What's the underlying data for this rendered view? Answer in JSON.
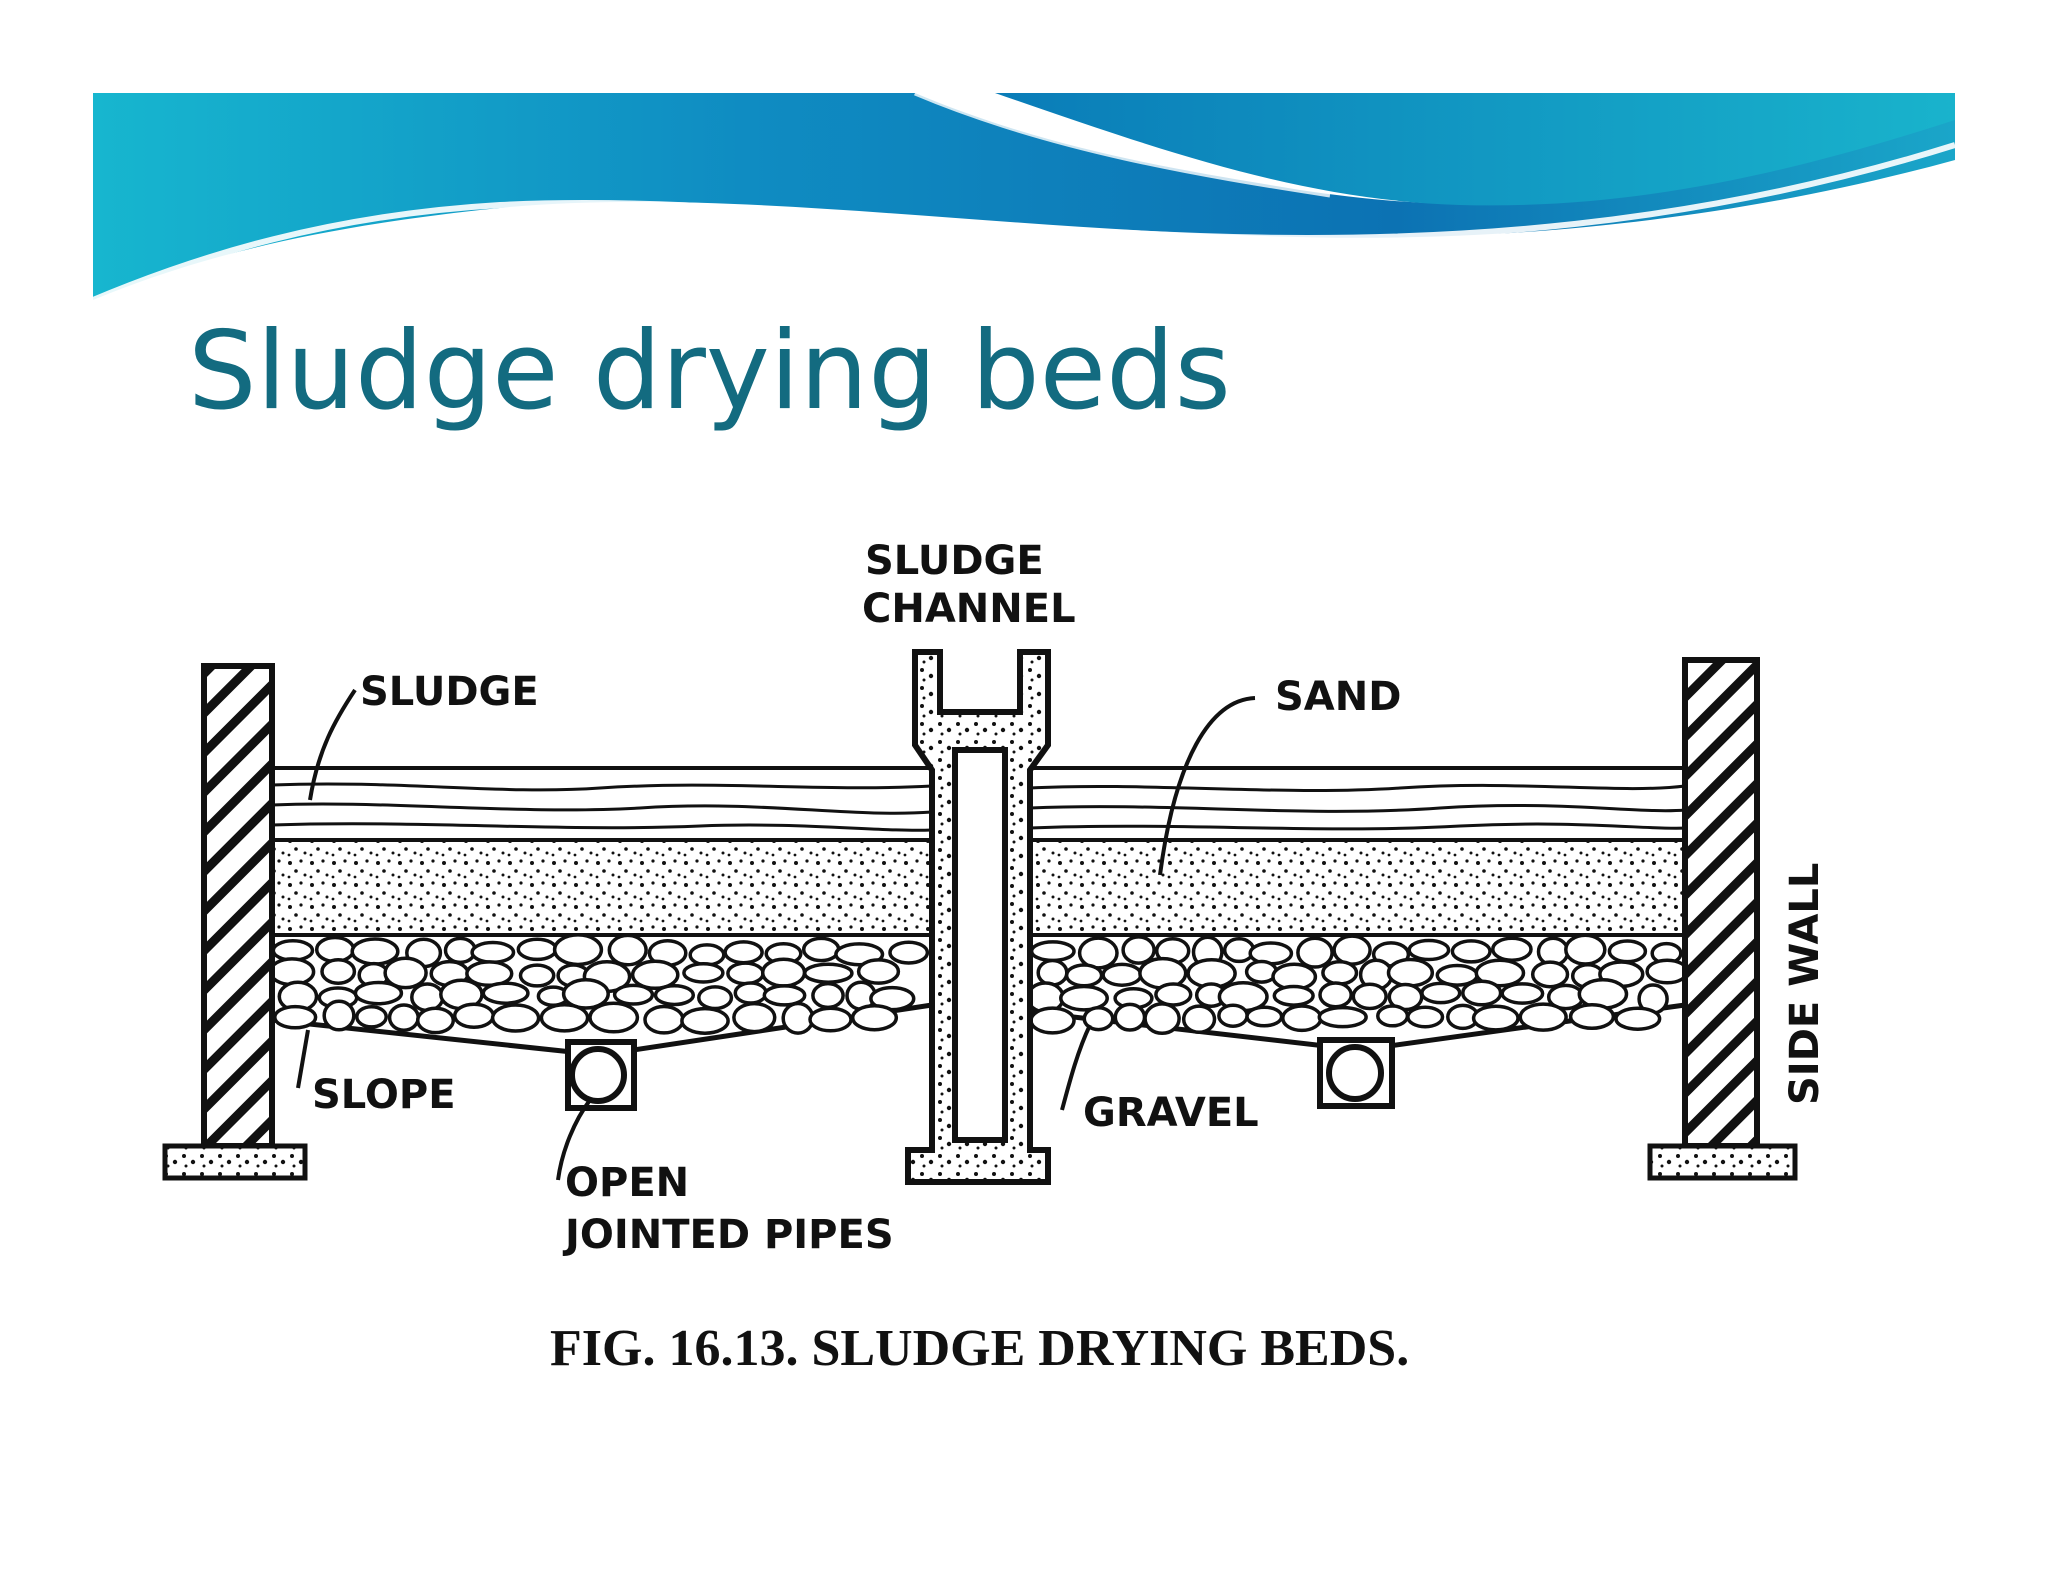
{
  "slide": {
    "title": "Sludge drying beds"
  },
  "figure": {
    "labels": {
      "sludge_channel_line1": "SLUDGE",
      "sludge_channel_line2": "CHANNEL",
      "sludge": "SLUDGE",
      "sand": "SAND",
      "side_wall": "SIDE WALL",
      "slope": "SLOPE",
      "gravel": "GRAVEL",
      "open_jointed_pipes_line1": "OPEN",
      "open_jointed_pipes_line2": "JOINTED PIPES"
    },
    "caption": "FIG. 16.13. SLUDGE DRYING BEDS."
  },
  "colors": {
    "title": "#136b80",
    "banner_dark": "#0b5d9e",
    "banner_mid": "#0f8cc0",
    "banner_light": "#2fc6d2",
    "ink": "#111111"
  }
}
